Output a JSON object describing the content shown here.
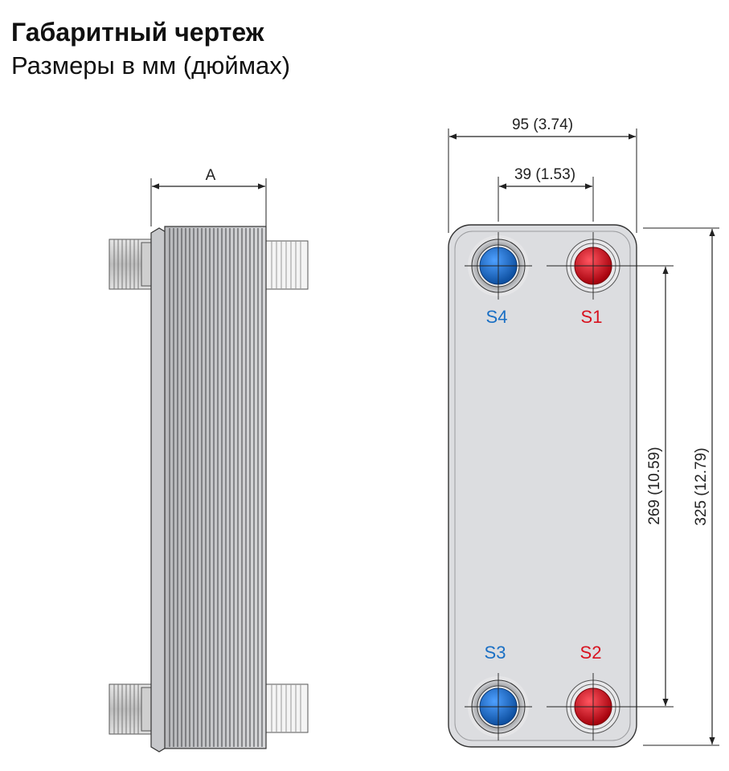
{
  "header": {
    "title": "Габаритный чертеж",
    "subtitle": "Размеры в мм (дюймах)"
  },
  "side_view": {
    "dimension_label": "A"
  },
  "front_view": {
    "width_label": "95 (3.74)",
    "port_spacing_label": "39 (1.53)",
    "port_height_label": "269 (10.59)",
    "total_height_label": "325 (12.79)",
    "ports": {
      "s4": "S4",
      "s1": "S1",
      "s3": "S3",
      "s2": "S2"
    }
  },
  "colors": {
    "cold_port": "#1a6fc4",
    "hot_port": "#d8121f",
    "plate_fill": "#dcdde0",
    "line": "#222222"
  }
}
